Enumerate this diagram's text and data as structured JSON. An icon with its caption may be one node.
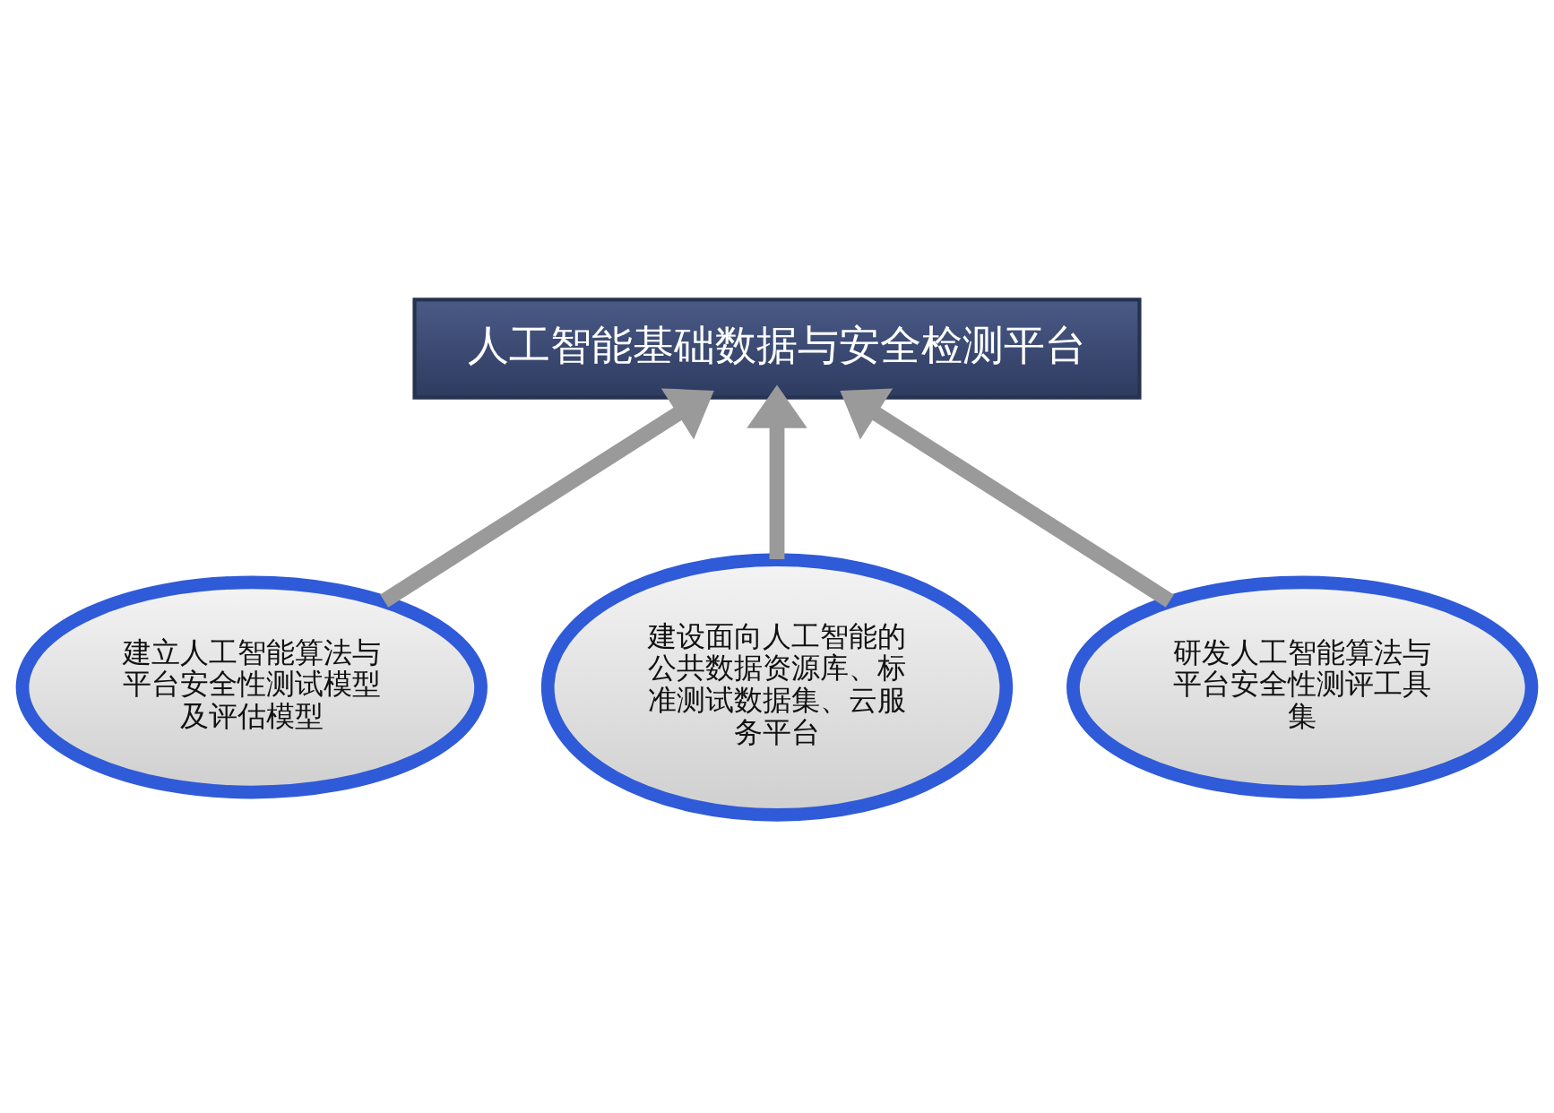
{
  "diagram": {
    "nodes": [
      {
        "text": [
          "人工智能基础数据与安全检测平台"
        ]
      },
      {
        "text": [
          "建立人工智能算法与平台安全性测试模型及评估模型"
        ]
      },
      {
        "text": [
          "研发人工智能算法与平台安全性测评工具集"
        ]
      },
      {
        "text": [
          "建设面向人工智能的公共数据资源库、标准测试数据集、云服务平台"
        ]
      }
    ],
    "edges": [
      {
        "from": 1,
        "to": 0,
        "arrow": "to"
      },
      {
        "from": 3,
        "to": 0,
        "arrow": "to"
      },
      {
        "from": 2,
        "to": 0,
        "arrow": "to"
      }
    ]
  }
}
